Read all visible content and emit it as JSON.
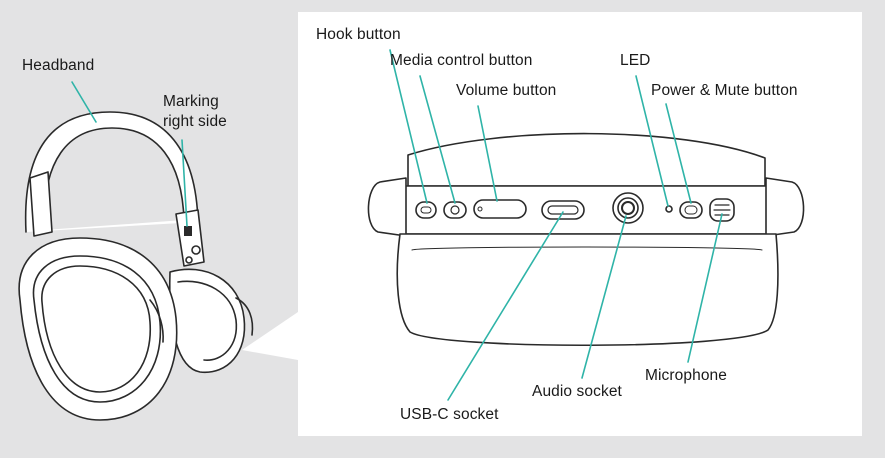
{
  "labels": {
    "headband": "Headband",
    "marking": "Marking\nright side",
    "hook_button": "Hook button",
    "media_control_button": "Media control button",
    "volume_button": "Volume button",
    "led": "LED",
    "power_mute_button": "Power & Mute button",
    "usb_c_socket": "USB-C socket",
    "audio_socket": "Audio socket",
    "microphone": "Microphone"
  },
  "colors": {
    "background": "#e3e3e4",
    "panel": "#ffffff",
    "leader_line": "#2fb4a8",
    "outline": "#2a2a2a"
  }
}
